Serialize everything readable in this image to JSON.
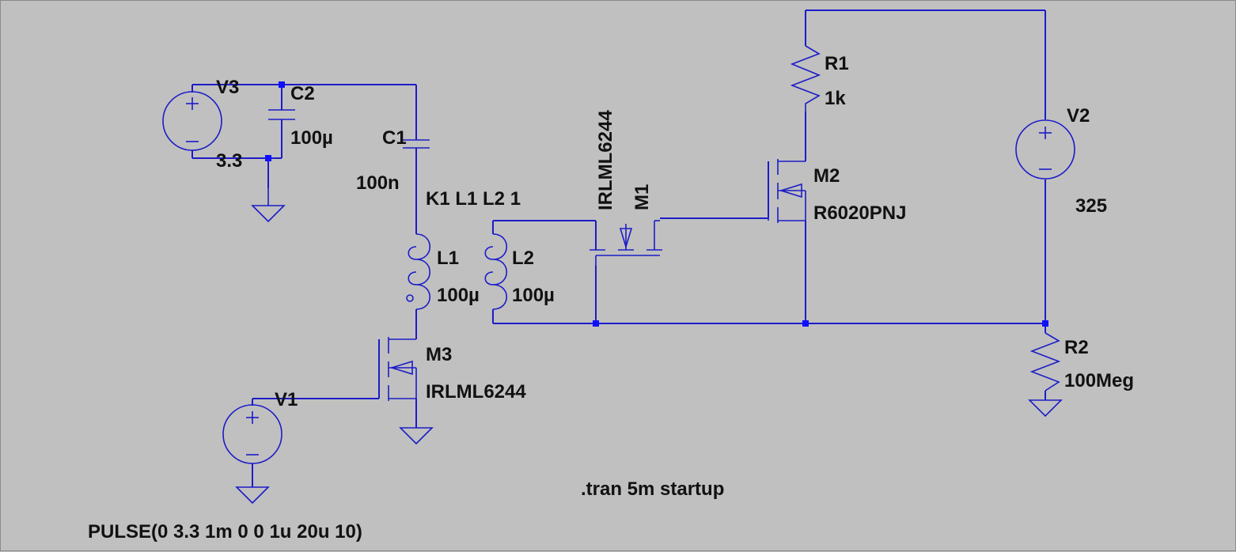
{
  "components": {
    "v1": {
      "name": "V1",
      "value": "PULSE(0 3.3 1m 0 0 1u 20u 10)"
    },
    "v2": {
      "name": "V2",
      "value": "325"
    },
    "v3": {
      "name": "V3",
      "value": "3.3"
    },
    "c1": {
      "name": "C1",
      "value": "100n"
    },
    "c2": {
      "name": "C2",
      "value": "100µ"
    },
    "l1": {
      "name": "L1",
      "value": "100µ"
    },
    "l2": {
      "name": "L2",
      "value": "100µ"
    },
    "r1": {
      "name": "R1",
      "value": "1k"
    },
    "r2": {
      "name": "R2",
      "value": "100Meg"
    },
    "m1": {
      "name": "M1",
      "value": "IRLML6244"
    },
    "m2": {
      "name": "M2",
      "value": "R6020PNJ"
    },
    "m3": {
      "name": "M3",
      "value": "IRLML6244"
    }
  },
  "directives": {
    "coupling": "K1 L1 L2 1",
    "tran": ".tran 5m startup"
  },
  "colors": {
    "background": "#c0c0c0",
    "wire": "#1c1cc8",
    "junction": "#1010ff",
    "text": "#111111"
  }
}
